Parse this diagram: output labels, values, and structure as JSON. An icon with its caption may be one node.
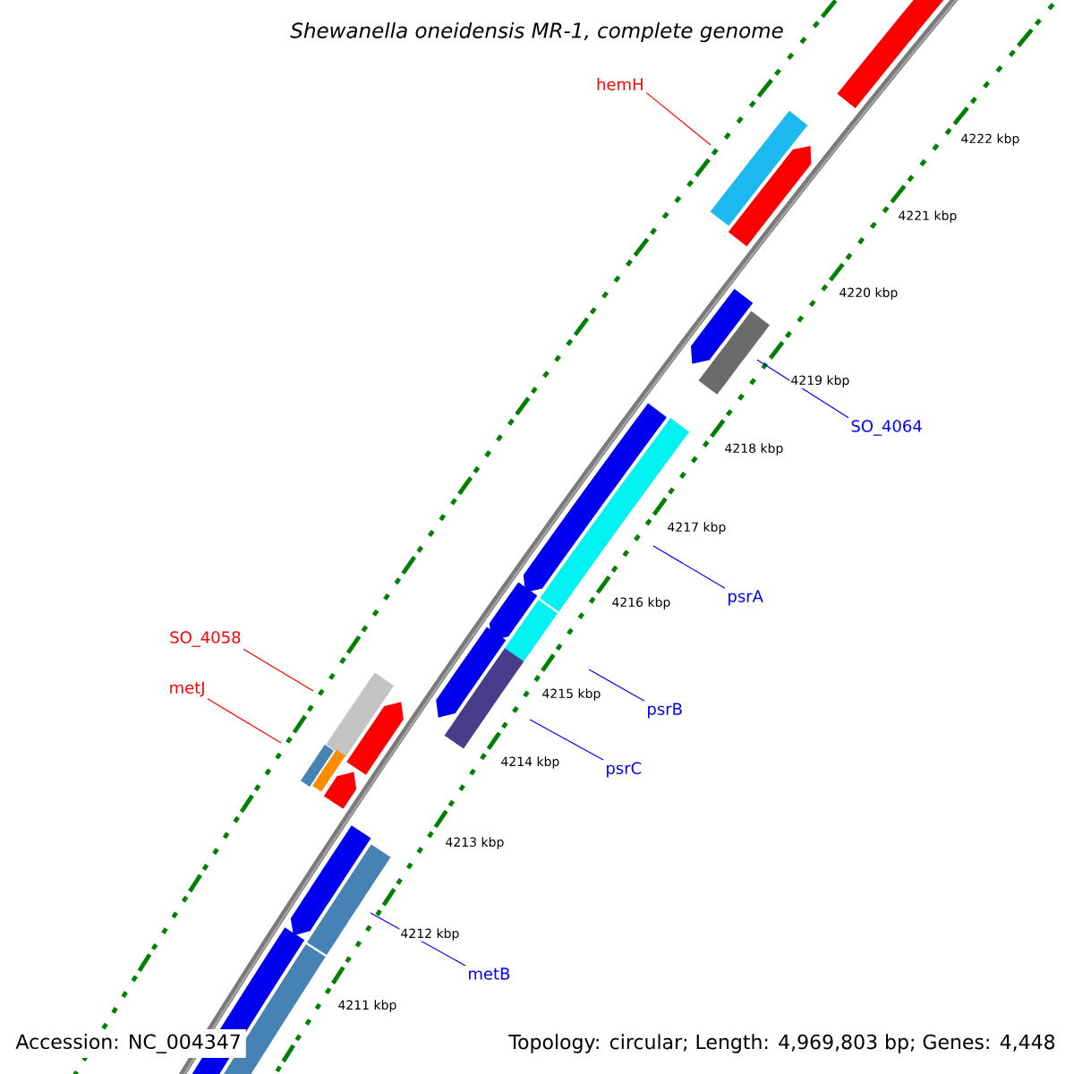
{
  "diagram": {
    "title": "*Shewanella oneidensis* MR-1, complete genome",
    "nodes": [
      {
        "text": [
          "hemH"
        ]
      },
      {
        "text": [
          "SO_4064"
        ]
      },
      {
        "text": [
          "psrA"
        ]
      },
      {
        "text": [
          "SO_4058"
        ]
      },
      {
        "text": [
          "metJ"
        ]
      },
      {
        "text": [
          "psrB"
        ]
      },
      {
        "text": [
          "psrC"
        ]
      },
      {
        "text": [
          "metB"
        ]
      }
    ],
    "edges": [
      {
        "from": 0,
        "to": null,
        "arrow": "none",
        "color": "#ff0000"
      },
      {
        "from": 1,
        "to": null,
        "arrow": "none"
      },
      {
        "from": 2,
        "to": null,
        "arrow": "none"
      },
      {
        "from": 3,
        "to": null,
        "arrow": "none",
        "color": "#ff0000"
      },
      {
        "from": 4,
        "to": null,
        "arrow": "none",
        "color": "#ff0000"
      },
      {
        "from": 5,
        "to": null,
        "arrow": "none"
      },
      {
        "from": 6,
        "to": null,
        "arrow": "none"
      },
      {
        "from": 7,
        "to": null,
        "arrow": "none"
      }
    ],
    "labels": [
      "4222 kbp",
      "4221 kbp",
      "4220 kbp",
      "4219 kbp",
      "4218 kbp",
      "4217 kbp",
      "4216 kbp",
      "4215 kbp",
      "4214 kbp",
      "4213 kbp",
      "4212 kbp",
      "4211 kbp",
      "Accession: NC_004347",
      "Topology: circular; Length: 4,969,803 bp; Genes: 4,448"
    ]
  }
}
